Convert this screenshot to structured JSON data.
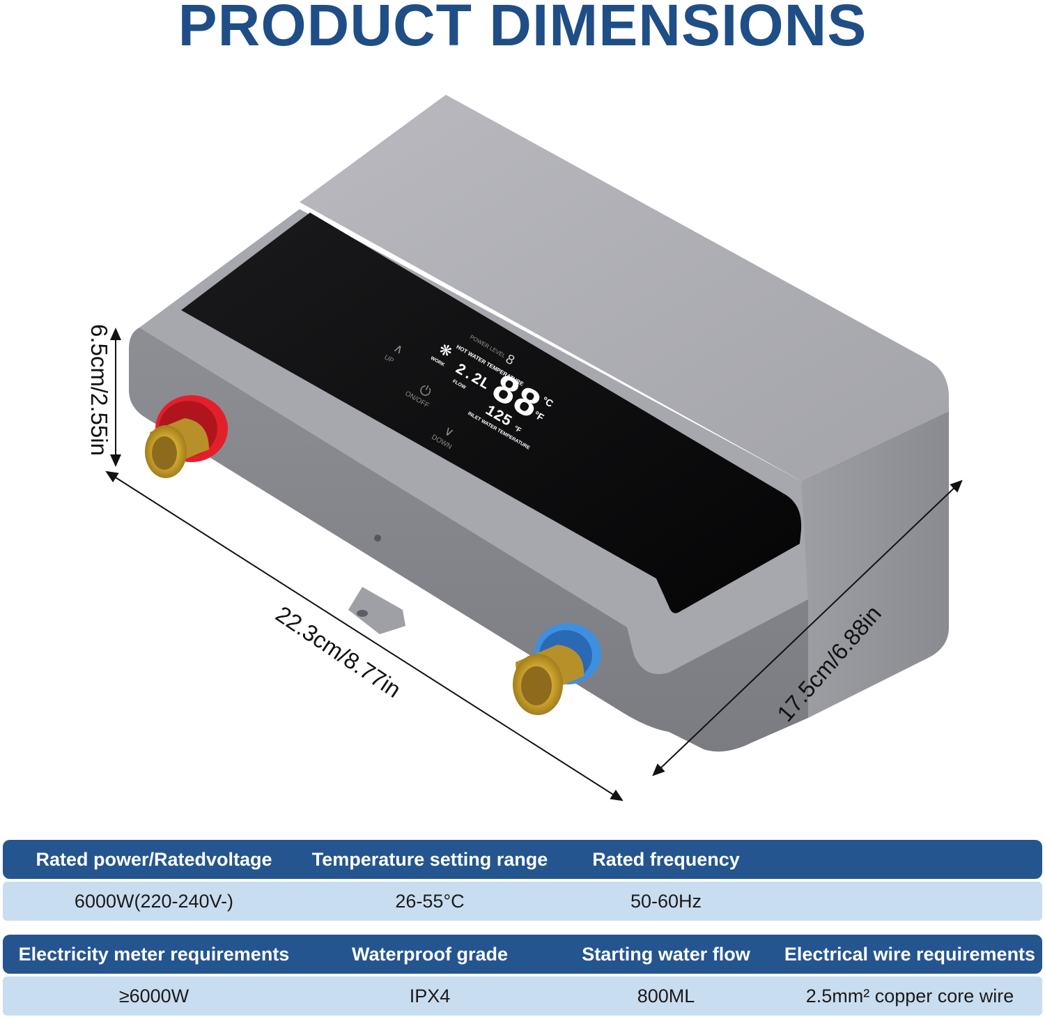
{
  "title": "PRODUCT DIMENSIONS",
  "dimensions": {
    "height": "6.5cm/2.55in",
    "length": "22.3cm/8.77in",
    "depth": "17.5cm/6.88in"
  },
  "display": {
    "power_level": "POWER LEVEL",
    "power_level_digit": "8",
    "hot_water_temp_label": "HOT WATER TEMPERATURE",
    "hot_water_temp_value": "88",
    "unit_c": "°C",
    "unit_f": "°F",
    "work_label": "WORK",
    "flow_value": "2.2L",
    "flow_label": "FLOW",
    "inlet_temp_value": "125",
    "inlet_unit": "°F",
    "inlet_label": "INLET WATER TEMPERATURE",
    "up_label": "UP",
    "onoff_label": "ON/OFF",
    "down_label": "DOWN"
  },
  "spec_tables": [
    {
      "headers": [
        "Rated power/Ratedvoltage",
        "Temperature setting range",
        "Rated frequency",
        ""
      ],
      "values": [
        "6000W(220-240V-)",
        "26-55°C",
        "50-60Hz",
        ""
      ]
    },
    {
      "headers": [
        "Electricity meter requirements",
        "Waterproof grade",
        "Starting water flow",
        "Electrical wire requirements"
      ],
      "values": [
        "≥6000W",
        "IPX4",
        "800ML",
        "2.5mm² copper core wire"
      ]
    }
  ],
  "colors": {
    "title": "#1f4e86",
    "header_bg": "#24558e",
    "value_bg": "#c9ddf0",
    "hot_ring": "#e3202a",
    "cold_ring": "#3f8fe0",
    "brass": "#c9a02c"
  }
}
